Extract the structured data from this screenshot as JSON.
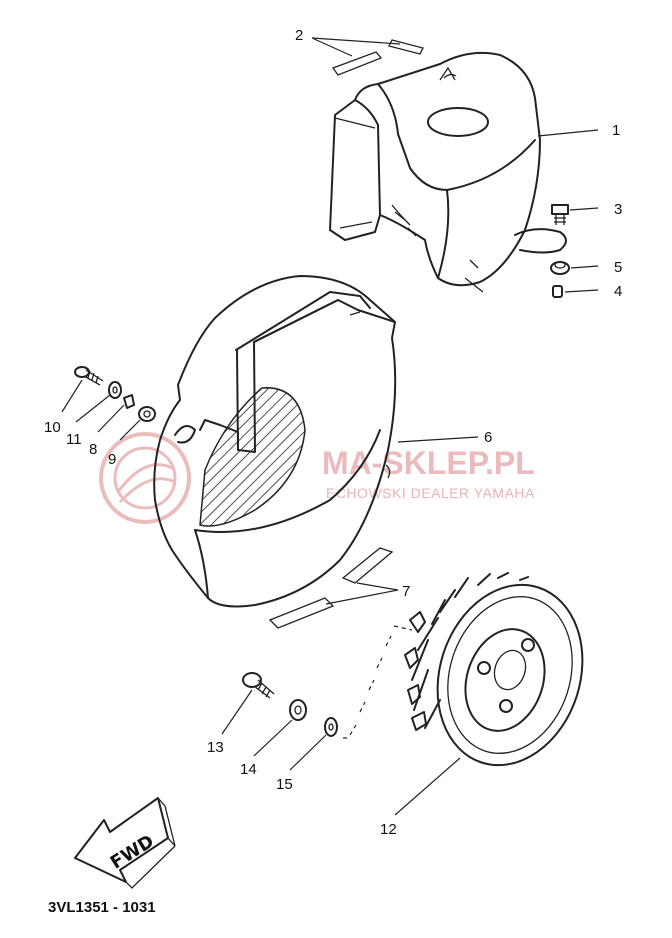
{
  "diagram": {
    "part_labels": [
      {
        "id": "1",
        "text": "1"
      },
      {
        "id": "2",
        "text": "2"
      },
      {
        "id": "3",
        "text": "3"
      },
      {
        "id": "4",
        "text": "4"
      },
      {
        "id": "5",
        "text": "5"
      },
      {
        "id": "6",
        "text": "6"
      },
      {
        "id": "7",
        "text": "7"
      },
      {
        "id": "8",
        "text": "8"
      },
      {
        "id": "9",
        "text": "9"
      },
      {
        "id": "10",
        "text": "10"
      },
      {
        "id": "11",
        "text": "11"
      },
      {
        "id": "12",
        "text": "12"
      },
      {
        "id": "13",
        "text": "13"
      },
      {
        "id": "14",
        "text": "14"
      },
      {
        "id": "15",
        "text": "15"
      }
    ],
    "direction_arrow": "FWD",
    "drawing_code": "3VL1351 - 1031"
  },
  "watermark": {
    "brand": "MA-SKLEP.PL",
    "tagline": "ECHOWSKI DEALER YAMAHA",
    "color": "#e9b4b4"
  }
}
